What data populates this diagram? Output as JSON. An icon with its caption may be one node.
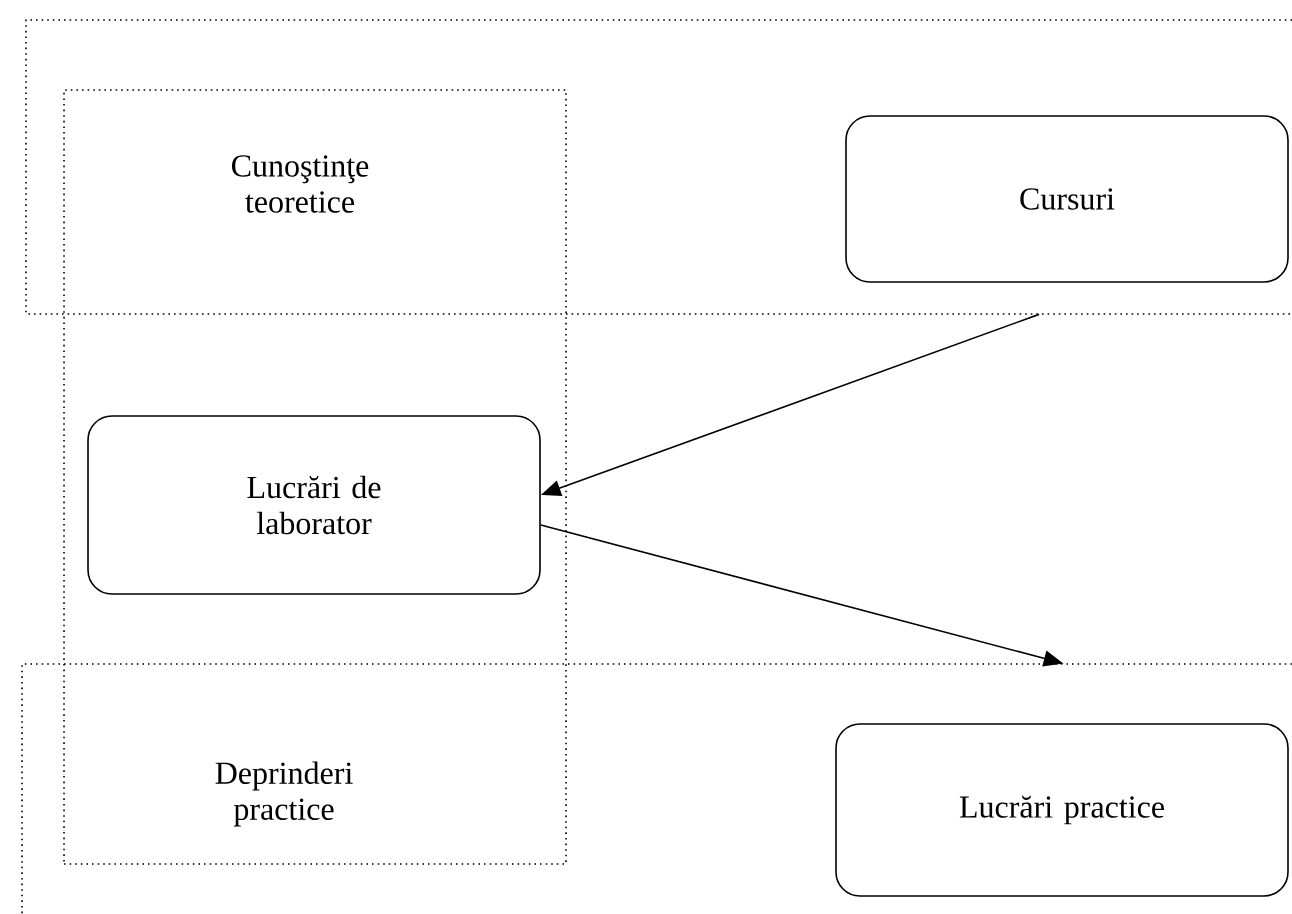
{
  "diagram": {
    "nodes": [
      {
        "text": [
          "Cunoştinţe teoretice"
        ]
      },
      {
        "text": [
          "Cursuri"
        ],
        "in": 0
      },
      {
        "text": [],
        "shape": "box"
      },
      {
        "text": [
          "Lucrări de laborator"
        ],
        "in": 2
      },
      {
        "text": [
          "Deprinderi practice"
        ]
      },
      {
        "text": [
          "Lucrări practice"
        ],
        "in": 4
      }
    ],
    "edges": [
      {
        "from": 0,
        "to": 3,
        "arrow": "to"
      },
      {
        "from": 3,
        "to": 4,
        "arrow": "to"
      }
    ]
  }
}
